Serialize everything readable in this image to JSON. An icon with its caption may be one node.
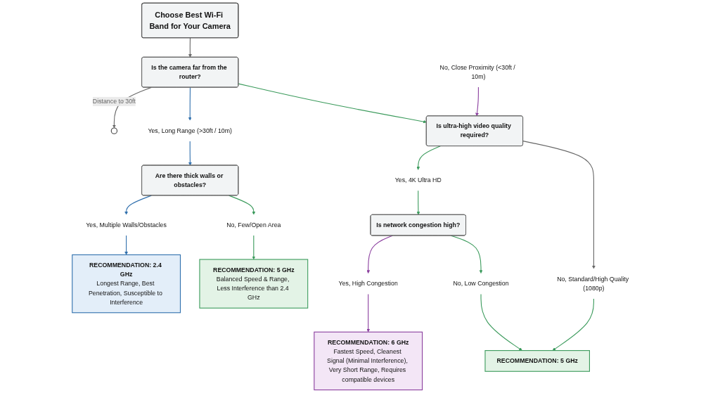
{
  "diagram": {
    "nodes": [
      {
        "text": [
          "Choose Best Wi-Fi Band for Your Camera"
        ]
      },
      {
        "text": [
          "Is the camera far from the router?"
        ]
      },
      {
        "text": [],
        "shape": "circle"
      },
      {
        "text": [
          "Yes, Long Range (>30ft / 10m)"
        ]
      },
      {
        "text": [
          "No, Close Proximity (<30ft / 10m)"
        ]
      },
      {
        "text": [
          "Are there thick walls or obstacles?"
        ]
      },
      {
        "text": [
          "Is ultra-high video quality required?"
        ]
      },
      {
        "text": [
          "Yes, 4K Ultra HD"
        ]
      },
      {
        "text": [
          "No, Standard/High Quality (1080p)"
        ]
      },
      {
        "text": [
          "Is network congestion high?"
        ]
      },
      {
        "text": [
          "Yes, Multiple Walls/Obstacles"
        ]
      },
      {
        "text": [
          "No, Few/Open Area"
        ]
      },
      {
        "text": [
          "Yes, High Congestion"
        ]
      },
      {
        "text": [
          "No, Low Congestion"
        ]
      },
      {
        "text": [
          "RECOMMENDATION: 2.4 GHz",
          "Longest Range, Best Penetration, Susceptible to Interference"
        ]
      },
      {
        "text": [
          "RECOMMENDATION: 5 GHz",
          "Balanced Speed & Range, Less Interference than 2.4 GHz"
        ]
      },
      {
        "text": [
          "RECOMMENDATION: 6 GHz",
          "Fastest Speed, Cleanest Signal (Minimal Interference), Very Short Range, Requires compatible devices"
        ]
      },
      {
        "text": [
          "RECOMMENDATION: 5 GHz"
        ]
      }
    ],
    "edges": [
      {
        "from": 0,
        "to": 1,
        "arrow": "to",
        "color": "#666666"
      },
      {
        "from": 1,
        "to": 2,
        "arrow": "to",
        "label": "Distance to 30ft",
        "color": "#666666"
      },
      {
        "from": 1,
        "to": 3,
        "arrow": "to",
        "color": "#2f6fad"
      },
      {
        "from": 1,
        "to": 6,
        "arrow": "to"
      },
      {
        "from": 4,
        "to": 6,
        "arrow": "to",
        "color": "#8a3d9e"
      },
      {
        "from": 3,
        "to": 5,
        "arrow": "to",
        "color": "#2f6fad"
      },
      {
        "from": 6,
        "to": 7,
        "arrow": "to"
      },
      {
        "from": 6,
        "to": 8,
        "arrow": "to",
        "color": "#666666"
      },
      {
        "from": 7,
        "to": 9,
        "arrow": "to"
      },
      {
        "from": 5,
        "to": 10,
        "arrow": "to",
        "color": "#2f6fad"
      },
      {
        "from": 5,
        "to": 11,
        "arrow": "to"
      },
      {
        "from": 9,
        "to": 12,
        "arrow": "to",
        "color": "#8a3d9e"
      },
      {
        "from": 9,
        "to": 13,
        "arrow": "to"
      },
      {
        "from": 10,
        "to": 14,
        "arrow": "to",
        "color": "#2f6fad"
      },
      {
        "from": 11,
        "to": 15,
        "arrow": "to"
      },
      {
        "from": 12,
        "to": 16,
        "arrow": "to",
        "color": "#8a3d9e"
      },
      {
        "from": 13,
        "to": 17,
        "arrow": "to"
      },
      {
        "from": 8,
        "to": 17,
        "arrow": "to"
      }
    ]
  }
}
